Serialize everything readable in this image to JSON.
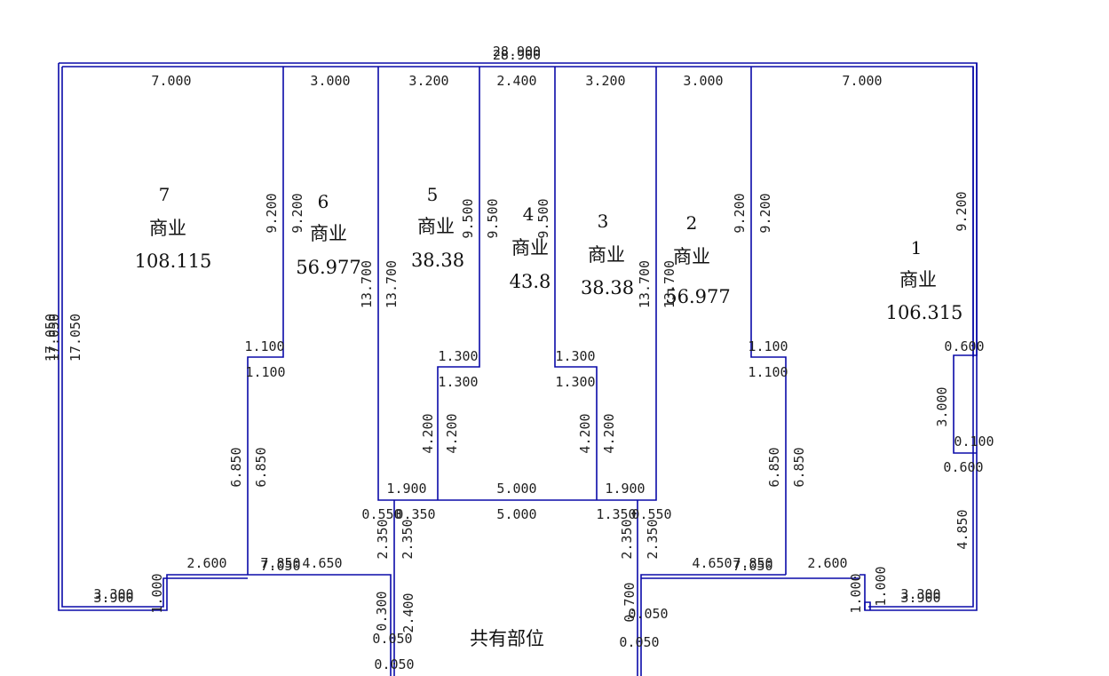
{
  "plan": {
    "common_area_label": "共有部位",
    "units": [
      {
        "no": "7",
        "use": "商业",
        "area": "108.115"
      },
      {
        "no": "6",
        "use": "商业",
        "area": "56.977"
      },
      {
        "no": "5",
        "use": "商业",
        "area": "38.38"
      },
      {
        "no": "4",
        "use": "商业",
        "area": "43.8"
      },
      {
        "no": "3",
        "use": "商业",
        "area": "38.38"
      },
      {
        "no": "2",
        "use": "商业",
        "area": "56.977"
      },
      {
        "no": "1",
        "use": "商业",
        "area": "106.315"
      }
    ],
    "dimensions": {
      "total_width_a": "28.900",
      "total_width_b": "28.900",
      "top_7": "7.000",
      "top_6": "3.000",
      "top_5": "3.200",
      "top_4": "2.400",
      "top_3": "3.200",
      "top_2": "3.000",
      "top_1": "7.000",
      "left_h_a": "17.050",
      "left_h_b": "17.050",
      "left_h_inner": "17.050",
      "u6_92a": "9.200",
      "u6_92b": "9.200",
      "u5_95": "9.500",
      "u4_95a": "9.500",
      "u4_95b": "9.500",
      "u2_92a": "9.200",
      "u2_92b": "9.200",
      "r_92": "9.200",
      "u5_137a": "13.700",
      "u5_137b": "13.700",
      "u3_137a": "13.700",
      "u3_137b": "13.700",
      "l_11a": "1.100",
      "l_11b": "1.100",
      "r_11a": "1.100",
      "r_11b": "1.100",
      "c_13a": "1.300",
      "c_13b": "1.300",
      "c_13c": "1.300",
      "c_13d": "1.300",
      "c_42a": "4.200",
      "c_42b": "4.200",
      "c_42c": "4.200",
      "c_42d": "4.200",
      "c_19a": "1.900",
      "c_19b": "1.900",
      "c_50a": "5.000",
      "c_50b": "5.000",
      "l_685a": "6.850",
      "l_685b": "6.850",
      "r_685a": "6.850",
      "r_685b": "6.850",
      "r_06a": "0.600",
      "r_30": "3.000",
      "r_01": "0.100",
      "r_06b": "0.600",
      "r_485": "4.850",
      "s_055a": "0.550",
      "s_035a": "0.350",
      "s_035b": "1.350",
      "s_055b": "0.550",
      "s_235a": "2.350",
      "s_235b": "2.350",
      "s_235c": "2.350",
      "s_235d": "2.350",
      "l_26": "2.600",
      "l_785": "7.850",
      "l_465": "4.650",
      "l_705": "7.050",
      "r_465": "4.650",
      "r_785": "7.850",
      "r_26": "2.600",
      "r_705": "7.050",
      "l_33": "3.300",
      "l_39": "3.900",
      "l_10": "1.000",
      "r_10a": "1.000",
      "r_10b": "1.000",
      "r_33": "3.300",
      "r_39": "3.900",
      "b_24": "2.400",
      "b_03": "0.300",
      "b_005a": "0.050",
      "b_005b": "0.050",
      "b_07": "0.700",
      "b_005c": "0.050",
      "b_005d": "0.050"
    }
  }
}
